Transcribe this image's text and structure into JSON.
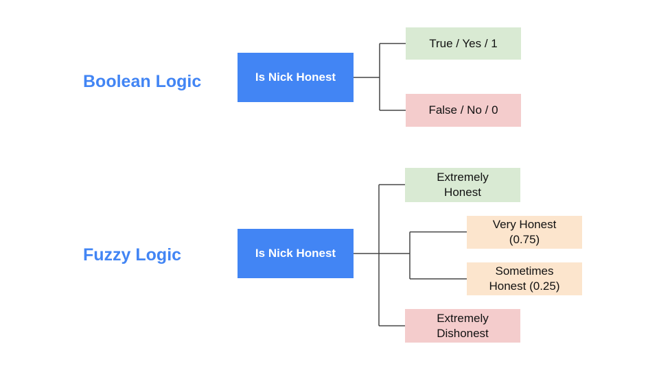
{
  "diagram": {
    "palette": {
      "heading_text": "#4285f4",
      "root_fill": "#4285f4",
      "root_text": "#ffffff",
      "green_fill": "#d9ead3",
      "pink_fill": "#f4cccc",
      "peach_fill": "#fce5cd",
      "outcome_text": "#111111",
      "connector": "#434343",
      "background": "#ffffff"
    },
    "sections": [
      {
        "label": "Boolean Logic",
        "root_label": "Is Nick Honest",
        "outcomes": [
          {
            "label": "True / Yes / 1",
            "tone": "green"
          },
          {
            "label": "False / No / 0",
            "tone": "pink"
          }
        ]
      },
      {
        "label": "Fuzzy Logic",
        "root_label": "Is Nick Honest",
        "outcomes": [
          {
            "label": "Extremely\nHonest",
            "tone": "green"
          },
          {
            "label": "Very Honest\n(0.75)",
            "tone": "peach"
          },
          {
            "label": "Sometimes\nHonest (0.25)",
            "tone": "peach"
          },
          {
            "label": "Extremely\nDishonest",
            "tone": "pink"
          }
        ]
      }
    ]
  }
}
